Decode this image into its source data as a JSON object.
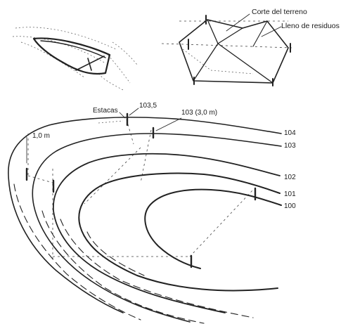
{
  "labels": {
    "cut": "Corte del terreno",
    "fill": "Lleno de residuos",
    "stakes": "Estacas",
    "height_stake": "103,5",
    "height_ref": "103 (3,0 m)",
    "spacing": "1,0 m"
  },
  "contours": [
    {
      "elevation": "104"
    },
    {
      "elevation": "103"
    },
    {
      "elevation": "102"
    },
    {
      "elevation": "101"
    },
    {
      "elevation": "100"
    }
  ]
}
